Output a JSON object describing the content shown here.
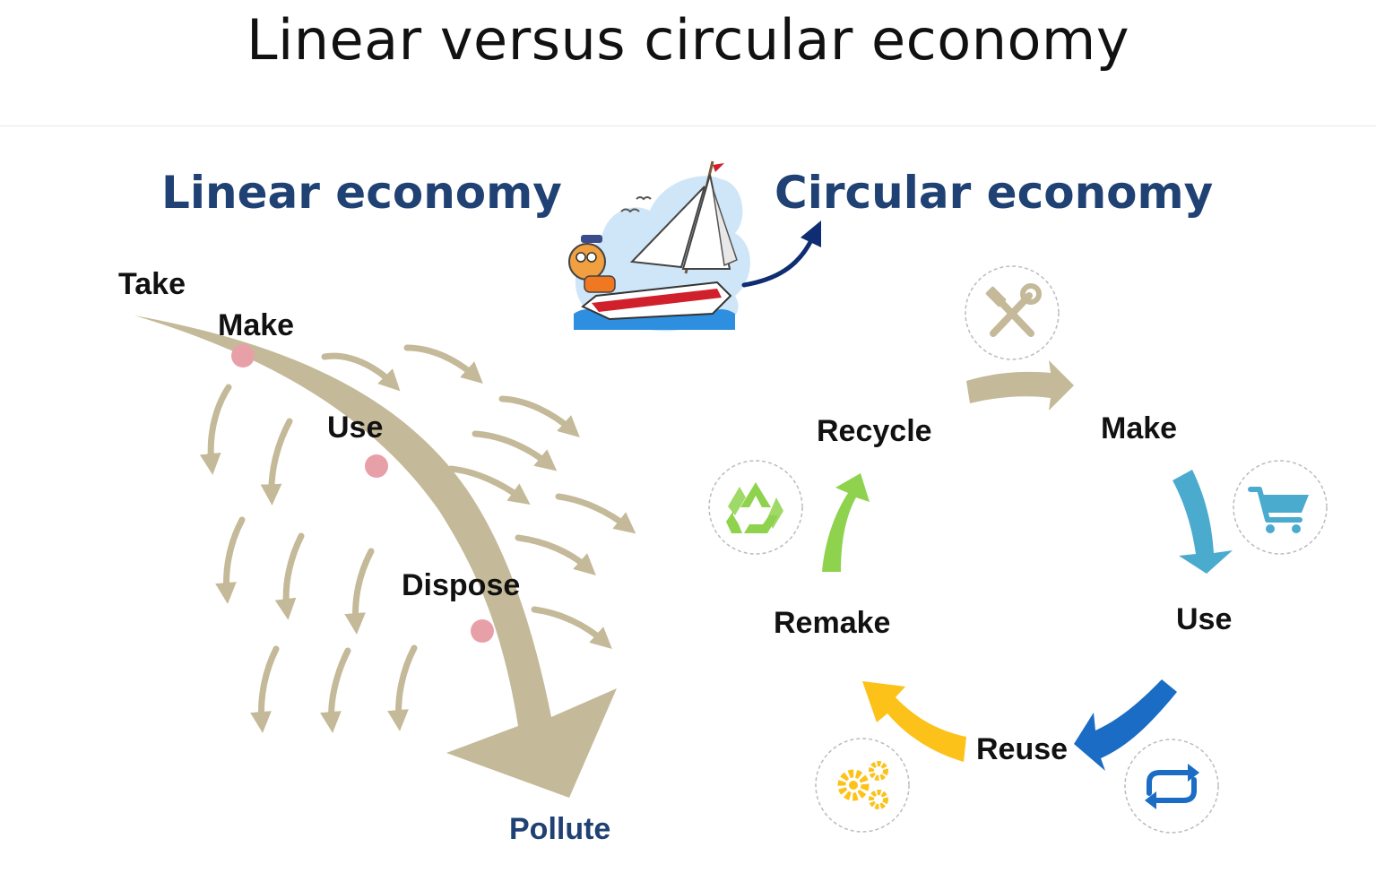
{
  "title": "Linear versus circular economy",
  "linear": {
    "heading": "Linear economy",
    "steps": [
      "Take",
      "Make",
      "Use",
      "Dispose"
    ],
    "outcome": "Pollute"
  },
  "circular": {
    "heading": "Circular economy",
    "steps": [
      "Make",
      "Use",
      "Reuse",
      "Remake",
      "Recycle"
    ],
    "icons": [
      "tools-icon",
      "cart-icon",
      "repeat-icon",
      "gears-icon",
      "recycle-icon"
    ]
  },
  "colors": {
    "heading": "#1f4173",
    "linear_arrow": "#c4b998",
    "dot": "#e8a0a8",
    "make_use_arrow": "#4aabcf",
    "use_reuse_arrow": "#1a6cc4",
    "reuse_remake_arrow": "#fcc21a",
    "remake_recycle_arrow": "#8ed24e",
    "recycle_make_arrow": "#c4b998"
  }
}
